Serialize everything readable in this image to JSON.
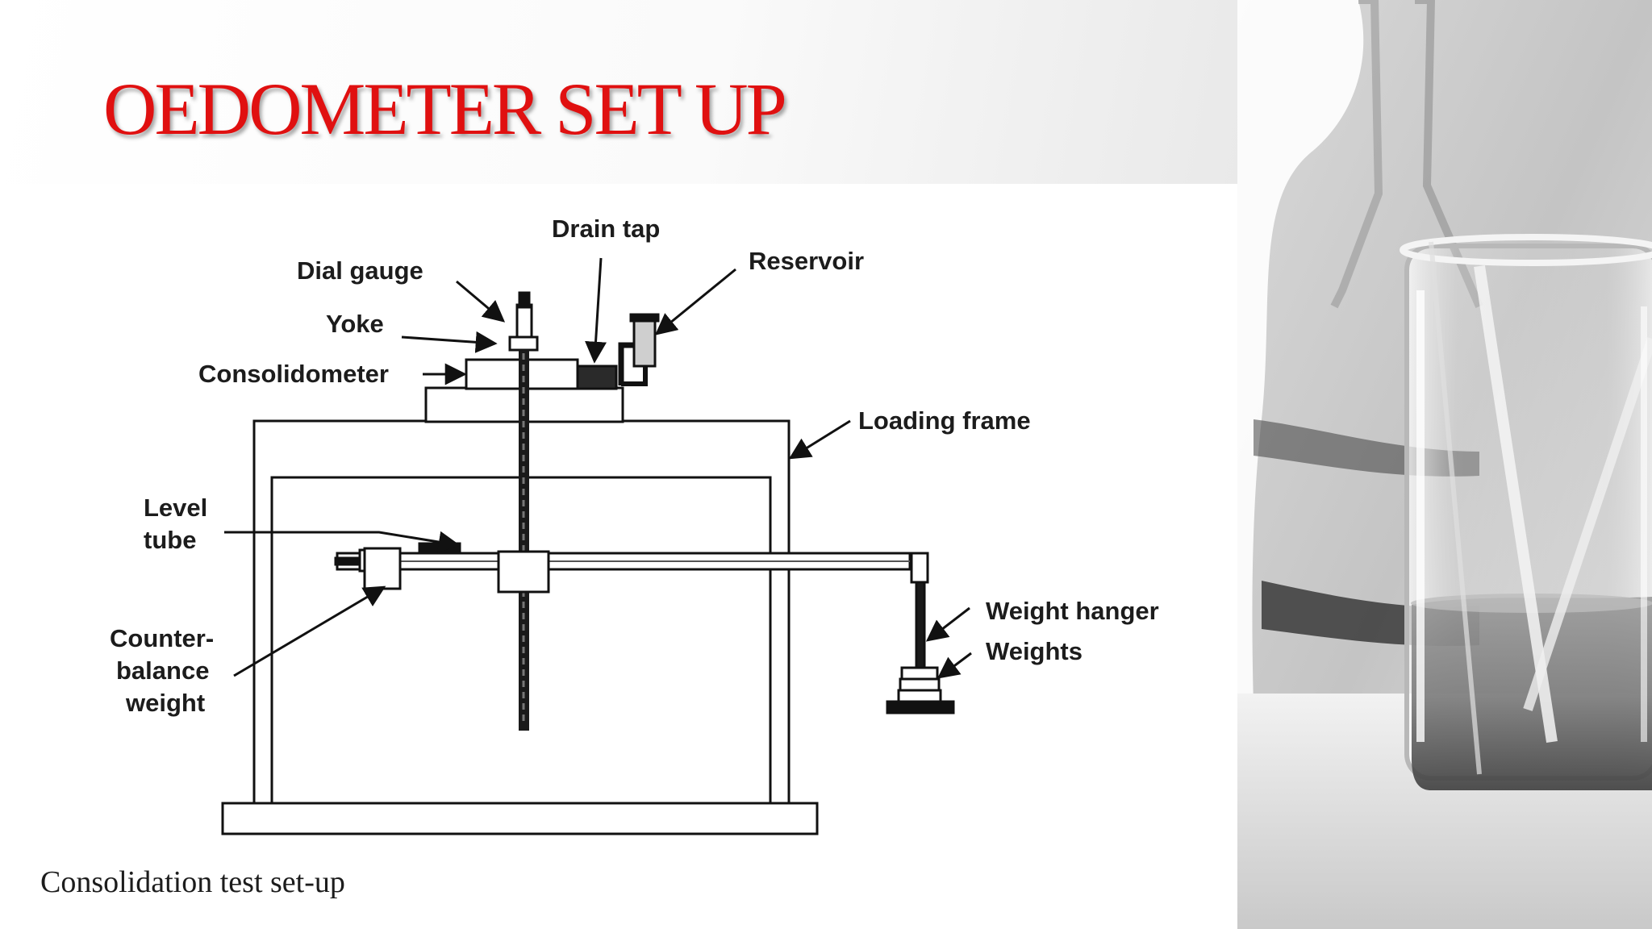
{
  "slide": {
    "title": "OEDOMETER SET UP",
    "title_color": "#e01010"
  },
  "diagram": {
    "labels": {
      "drain_tap": "Drain tap",
      "dial_gauge": "Dial gauge",
      "reservoir": "Reservoir",
      "yoke": "Yoke",
      "consolidometer": "Consolidometer",
      "loading_frame": "Loading frame",
      "level_tube_line1": "Level",
      "level_tube_line2": "tube",
      "counter_line1": "Counter-",
      "counter_line2": "balance",
      "counter_line3": "weight",
      "weight_hanger": "Weight hanger",
      "weights": "Weights"
    },
    "caption": "Consolidation test set-up"
  },
  "decor": {
    "photo": "laboratory glass beaker with stirring rods"
  }
}
